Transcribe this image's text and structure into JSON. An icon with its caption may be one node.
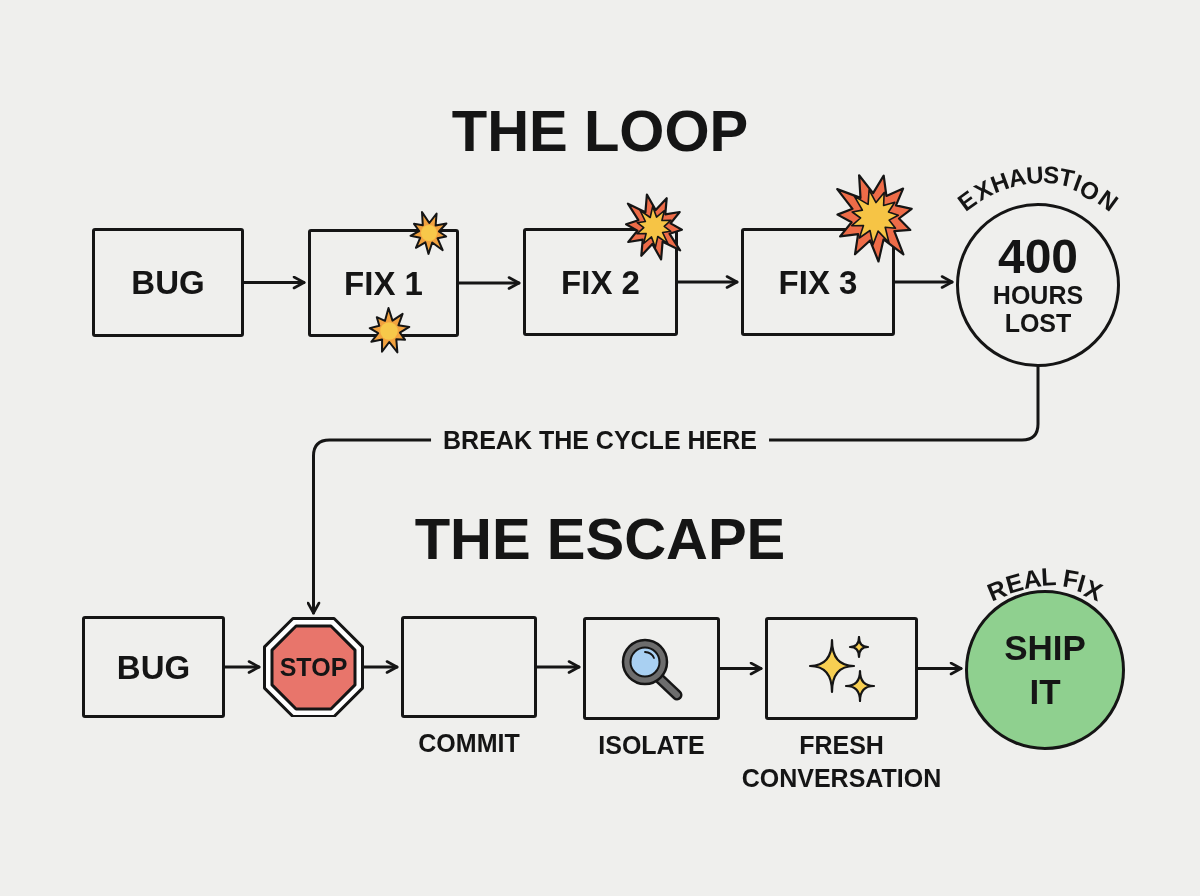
{
  "diagram": {
    "nodes": [
      {
        "text": [
          "BUG"
        ]
      },
      {
        "text": [
          "FIX 1"
        ]
      },
      {
        "text": [
          "FIX 2"
        ]
      },
      {
        "text": [
          "FIX 3"
        ]
      },
      {
        "text": [
          "EXHAUSTION",
          "400",
          "HOURS LOST"
        ]
      },
      {
        "text": [
          "BUG"
        ]
      },
      {
        "text": [
          "STOP"
        ]
      },
      {
        "text": [],
        "shape": "box",
        "beside": [
          "COMMIT"
        ]
      },
      {
        "text": [],
        "shape": "box",
        "beside": [
          "ISOLATE"
        ]
      },
      {
        "text": [],
        "shape": "box",
        "beside": [
          "FRESH CONVERSATION"
        ]
      },
      {
        "text": [
          "REAL FIX",
          "SHIP IT"
        ]
      }
    ],
    "edges": [
      {
        "from": 0,
        "to": 1,
        "arrow": "to"
      },
      {
        "from": 1,
        "to": 2,
        "arrow": "to"
      },
      {
        "from": 2,
        "to": 3,
        "arrow": "to"
      },
      {
        "from": 3,
        "to": 4,
        "arrow": "to"
      },
      {
        "from": 4,
        "to": 6,
        "arrow": "to",
        "label": "BREAK THE CYCLE HERE"
      },
      {
        "from": 5,
        "to": 6,
        "arrow": "to"
      },
      {
        "from": 6,
        "to": 7,
        "arrow": "to"
      },
      {
        "from": 7,
        "to": 8,
        "arrow": "to"
      },
      {
        "from": 8,
        "to": 9,
        "arrow": "to"
      },
      {
        "from": 9,
        "to": 10,
        "arrow": "to"
      }
    ],
    "labels": [
      "THE LOOP",
      "THE ESCAPE"
    ]
  }
}
